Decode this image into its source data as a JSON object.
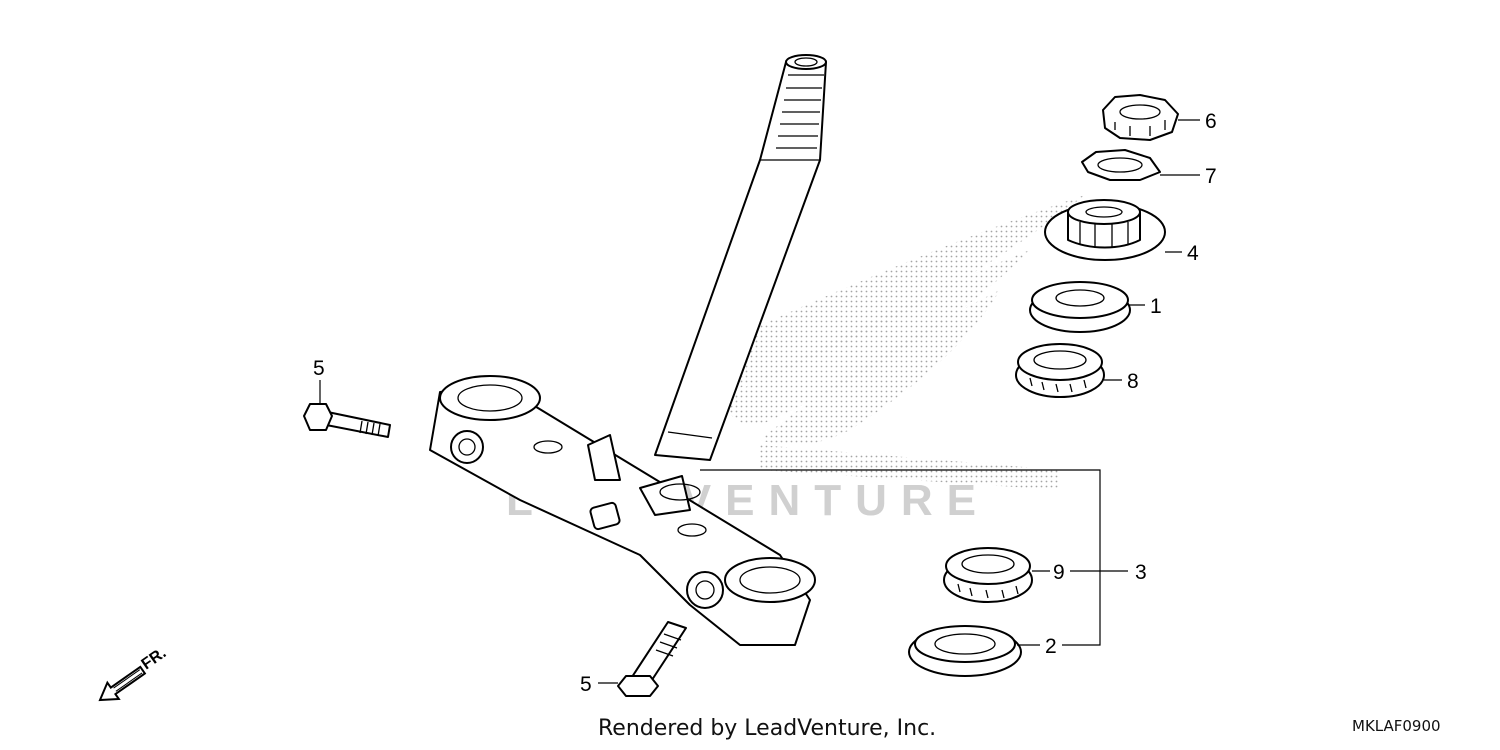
{
  "watermark": "LEADVENTURE",
  "callouts": {
    "c1": "1",
    "c2": "2",
    "c3": "3",
    "c4": "4",
    "c5a": "5",
    "c5b": "5",
    "c6": "6",
    "c7": "7",
    "c8": "8",
    "c9": "9"
  },
  "front_arrow": {
    "label": "FR."
  },
  "footer": {
    "credit": "Rendered by LeadVenture, Inc.",
    "diagram_code": "MKLAF0900"
  }
}
